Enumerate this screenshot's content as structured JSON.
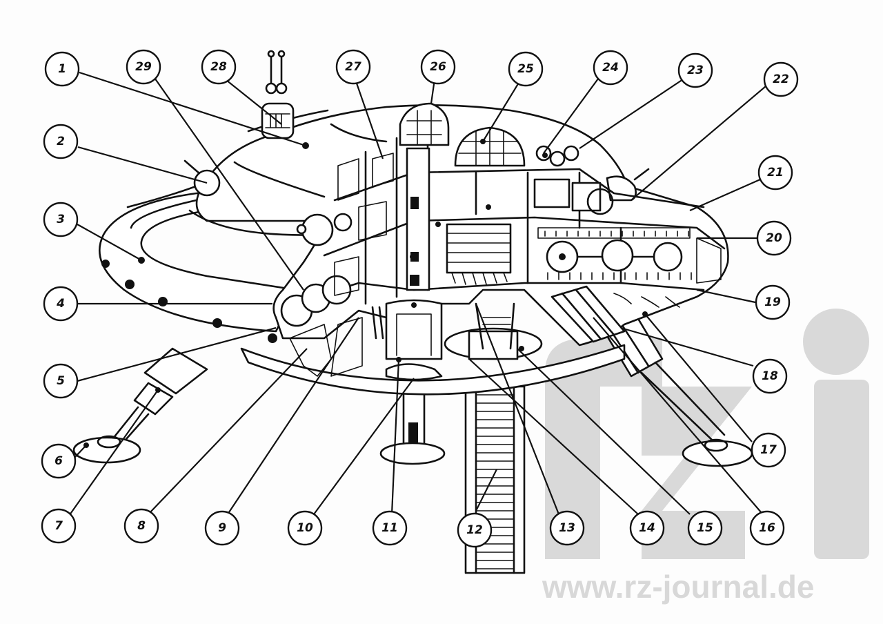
{
  "watermark": {
    "text": "www.rz-journal.de",
    "color": "#d8d8d8"
  },
  "colors": {
    "ink": "#111111",
    "paper": "#fdfdfd",
    "watermark_logo": "#d9d9d9"
  },
  "callouts": [
    {
      "label": "1"
    },
    {
      "label": "2"
    },
    {
      "label": "3"
    },
    {
      "label": "4"
    },
    {
      "label": "5"
    },
    {
      "label": "6"
    },
    {
      "label": "7"
    },
    {
      "label": "8"
    },
    {
      "label": "9"
    },
    {
      "label": "10"
    },
    {
      "label": "11"
    },
    {
      "label": "12"
    },
    {
      "label": "13"
    },
    {
      "label": "14"
    },
    {
      "label": "15"
    },
    {
      "label": "16"
    },
    {
      "label": "17"
    },
    {
      "label": "18"
    },
    {
      "label": "19"
    },
    {
      "label": "20"
    },
    {
      "label": "21"
    },
    {
      "label": "22"
    },
    {
      "label": "23"
    },
    {
      "label": "24"
    },
    {
      "label": "25"
    },
    {
      "label": "26"
    },
    {
      "label": "27"
    },
    {
      "label": "28"
    },
    {
      "label": "29"
    }
  ]
}
